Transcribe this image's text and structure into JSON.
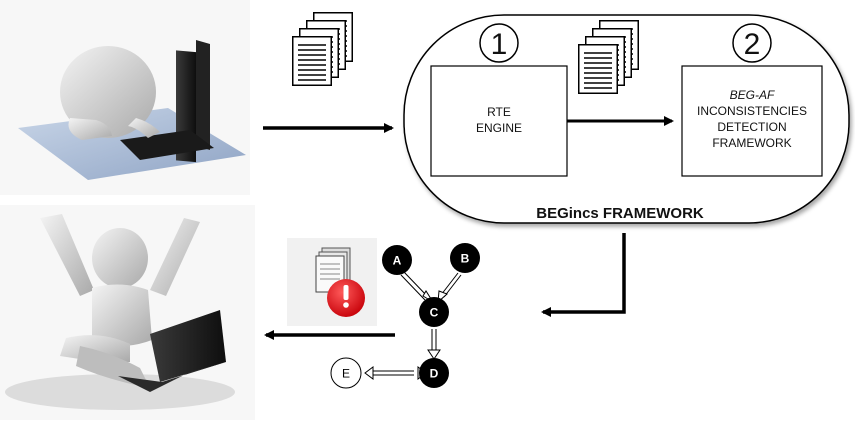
{
  "framework": {
    "title": "BEGincs FRAMEWORK",
    "step1": {
      "number": "1",
      "line1": "RTE",
      "line2": "ENGINE"
    },
    "step2": {
      "number": "2",
      "line1": "BEG-AF",
      "line2": "INCONSISTENCIES",
      "line3": "DETECTION",
      "line4": "FRAMEWORK"
    }
  },
  "graph": {
    "nodes": {
      "a": "A",
      "b": "B",
      "c": "C",
      "d": "D",
      "e": "E"
    }
  },
  "icons": {
    "user_at_computer": "user-at-computer-illustration",
    "user_celebrating": "user-celebrating-illustration",
    "documents": "document-stack-icon",
    "warning_documents": "document-warning-icon"
  },
  "colors": {
    "node_fill": "#000000",
    "warning_red": "#e8121b",
    "line": "#000000"
  }
}
